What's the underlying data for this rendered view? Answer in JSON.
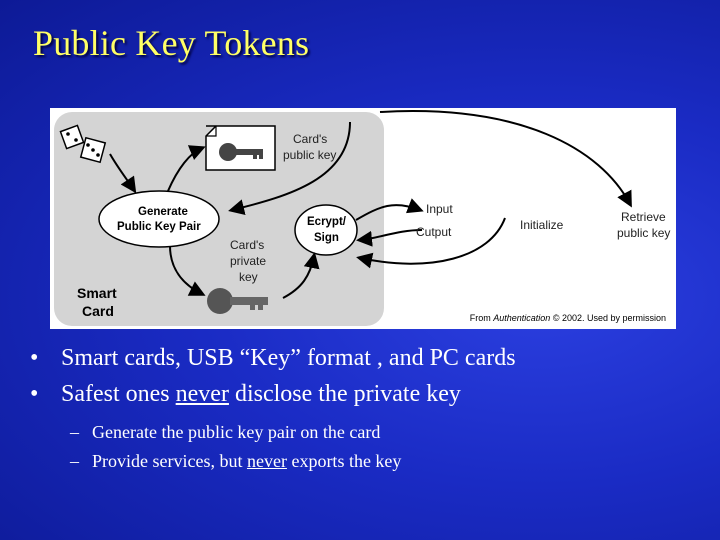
{
  "slide": {
    "title": "Public Key Tokens"
  },
  "figure": {
    "labels": {
      "cards_public_key_1": "Card's",
      "cards_public_key_2": "public key",
      "generate_1": "Generate",
      "generate_2": "Public Key Pair",
      "encrypt_1": "Ecrypt/",
      "encrypt_2": "Sign",
      "input": "Input",
      "output": "Cutput",
      "initialize": "Initialize",
      "retrieve_1": "Retrieve",
      "retrieve_2": "public key",
      "cards_private_1": "Card's",
      "cards_private_2": "private",
      "cards_private_3": "key",
      "smart_card_1": "Smart",
      "smart_card_2": "Card"
    },
    "caption_prefix": "From ",
    "caption_italic": "Authentication",
    "caption_suffix": " © 2002. Used by permission"
  },
  "bullets": [
    {
      "text": "Smart cards, USB “Key” format , and PC cards"
    },
    {
      "before": "Safest ones ",
      "underline": "never",
      "after": " disclose the private key"
    }
  ],
  "sub_bullets": [
    {
      "text": "Generate the public key pair on the card"
    },
    {
      "before": "Provide services, but ",
      "underline": "never",
      "after": " exports the key"
    }
  ],
  "colors": {
    "title": "#ffff66",
    "body_text": "#ffffff",
    "background": "#1a2bc4"
  }
}
